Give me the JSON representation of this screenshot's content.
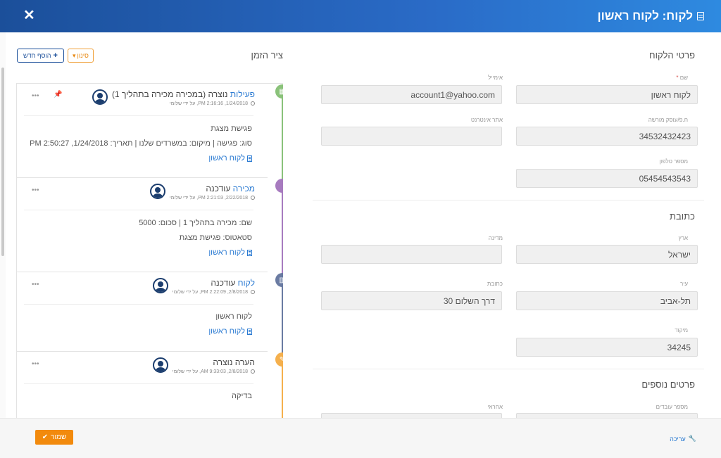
{
  "header": {
    "title": "לקוח: לקוח ראשון",
    "title_icon": "document-icon",
    "close_glyph": "✕",
    "bg_color": "#1b4f9a"
  },
  "timeline": {
    "title": "ציר הזמן",
    "add_button": "הוסף חדש",
    "filter_button": "סינון",
    "cards": [
      {
        "title_link": "פעילות",
        "title_rest": " נוצרה (במכירה מכירה בתהליך 1)",
        "meta": "1/24/2018, 2:16:16 PM, על ידי שלומי",
        "body": [
          "פגישת מצגת",
          "סוג: פגישה | מיקום: במשרדים שלנו | תאריך: 1/24/2018, 2:50:27 PM"
        ],
        "customer_link": "לקוח ראשון",
        "dot_color": "#8ac27a",
        "line_color": "#8ac27a",
        "dot_icon": "calendar-icon"
      },
      {
        "title_link": "מכירה",
        "title_rest": " עודכנה",
        "meta": "2/22/2018, 2:21:03 PM, על ידי שלומי",
        "body": [
          "שם: מכירה בתהליך 1 | סכום: 5000",
          "סטאטוס: פגישת מצגת"
        ],
        "customer_link": "לקוח ראשון",
        "dot_color": "#a77bbf",
        "line_color": "#a77bbf",
        "dot_icon": "sale-icon"
      },
      {
        "title_link": "לקוח",
        "title_rest": " עודכנה",
        "meta": "2/8/2018, 2:22:09 PM, על ידי שלומי",
        "body": [
          "לקוח ראשון"
        ],
        "customer_link": "לקוח ראשון",
        "dot_color": "#6a7ba2",
        "line_color": "#6a7ba2",
        "dot_icon": "building-icon"
      },
      {
        "title_link": "",
        "title_rest": "הערה נוצרה",
        "meta": "2/8/2018, 9:33:03 AM, על ידי שלומי",
        "body": [
          "בדיקה"
        ],
        "customer_link": "",
        "dot_color": "#f5b04d",
        "line_color": "#f5b04d",
        "dot_icon": "note-icon"
      }
    ]
  },
  "form": {
    "customer_details_title": "פרטי הלקוח",
    "name_label": "שם",
    "name_value": "לקוח ראשון",
    "email_label": "אימייל",
    "email_value": "account1@yahoo.com",
    "tax_id_label": "ח.פ/עוסק מורשה",
    "tax_id_value": "34532432423",
    "website_label": "אתר אינטרנט",
    "website_value": "",
    "phone_label": "מספר טלפון",
    "phone_value": "05454543543",
    "address_title": "כתובת",
    "country_label": "ארץ",
    "country_value": "ישראל",
    "state_label": "מדינה",
    "state_value": "",
    "city_label": "עיר",
    "city_value": "תל-אביב",
    "street_label": "כתובת",
    "street_value": "דרך השלום 30",
    "zip_label": "מיקוד",
    "zip_value": "34245",
    "extra_title": "פרטים נוספים",
    "employees_label": "מספר עובדים",
    "responsible_label": "אחראי"
  },
  "footer": {
    "save_label": "שמור",
    "edit_label": "עריכה"
  }
}
